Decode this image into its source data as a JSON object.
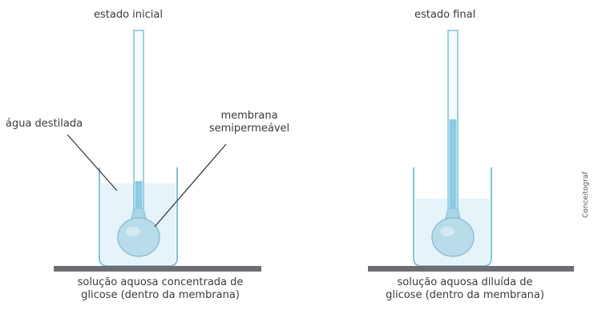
{
  "left_panel": {
    "title": "estado inicial",
    "label_water": "água destilada",
    "label_membrane_line1": "membrana",
    "label_membrane_line2": "semipermeável",
    "caption_line1": "solução aquosa concentrada de",
    "caption_line2": "glicose (dentro da membrana)"
  },
  "right_panel": {
    "title": "estado final",
    "caption_line1": "solução aquosa diluída de",
    "caption_line2": "glicose (dentro da membrana)"
  },
  "credit": "Conceitograf",
  "colors": {
    "glass": "#7fc4dc",
    "water": "#e6f3f9",
    "tube_liquid": "#8ccbe3",
    "membrane": "#b9dceb",
    "base": "#6d6e71",
    "text": "#3a3a3a"
  }
}
